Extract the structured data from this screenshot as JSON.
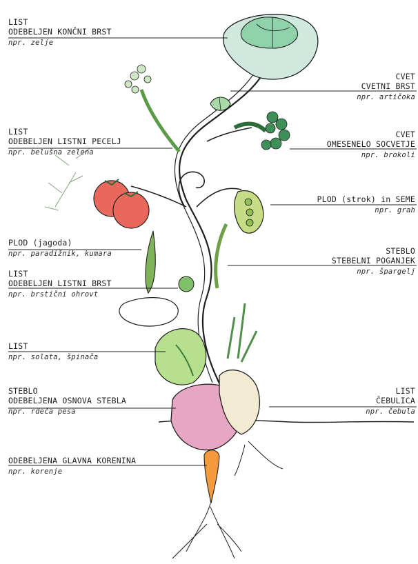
{
  "labels": [
    {
      "id": "zelje",
      "lines": [
        "LIST",
        "ODEBELJEN  KONČNI BRST"
      ],
      "example": "npr. zelje"
    },
    {
      "id": "belusna",
      "lines": [
        "LIST",
        "ODEBELJEN  LISTNI PECELJ"
      ],
      "example": "npr. belušna zelena"
    },
    {
      "id": "paradiznik",
      "lines": [
        "PLOD (jagoda)"
      ],
      "example": "npr. paradižnik, kumara"
    },
    {
      "id": "ohrovt",
      "lines": [
        "LIST",
        "ODEBELJEN  LISTNI BRST"
      ],
      "example": "npr. brstični ohrovt"
    },
    {
      "id": "solata",
      "lines": [
        "LIST"
      ],
      "example": "npr. solata, špinača"
    },
    {
      "id": "pesa",
      "lines": [
        "STEBLO",
        "ODEBELJENA  OSNOVA STEBLA"
      ],
      "example": "npr. rdeča pesa"
    },
    {
      "id": "korenje",
      "lines": [
        "ODEBELJENA GLAVNA KORENINA"
      ],
      "example": "npr. korenje"
    },
    {
      "id": "artičoka",
      "lines": [
        "CVET",
        "CVETNI BRST"
      ],
      "example": "npr. artičoka"
    },
    {
      "id": "brokoli",
      "lines": [
        "CVET",
        "OMESENELO SOCVETJE"
      ],
      "example": "npr. brokoli"
    },
    {
      "id": "grah",
      "lines": [
        "PLOD (strok) in SEME"
      ],
      "example": "npr. grah"
    },
    {
      "id": "spargelj",
      "lines": [
        "STEBLO",
        "STEBELNI POGANJEK"
      ],
      "example": "npr. špargelj"
    },
    {
      "id": "cebula",
      "lines": [
        "LIST",
        "ČEBULICA"
      ],
      "example": "npr. čebula"
    }
  ],
  "colors": {
    "ink": "#1f1f1f",
    "cabbage": "#cfe9df",
    "cabbage_core": "#8fd1a8",
    "tomato": "#e8695c",
    "leaf": "#7fc06a",
    "pea": "#c6dd86",
    "beet": "#e7a6c3",
    "onion": "#f3ead3",
    "carrot": "#f39a3f"
  }
}
